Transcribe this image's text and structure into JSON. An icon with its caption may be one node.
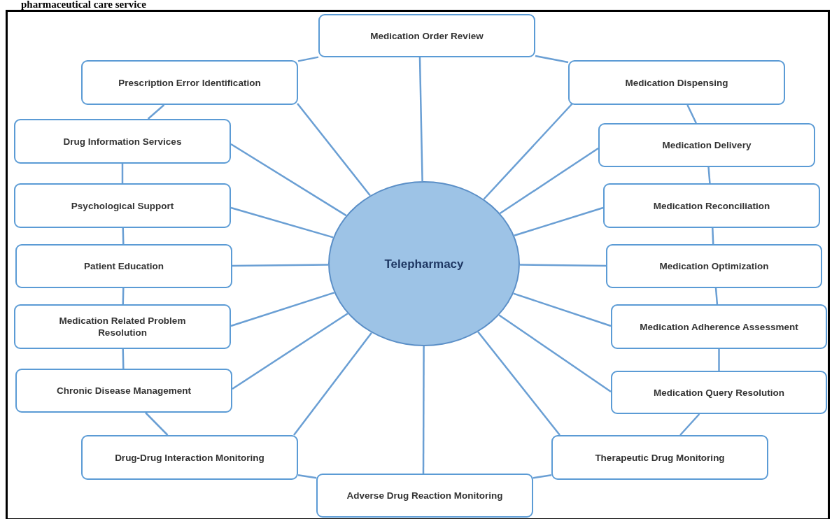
{
  "diagram": {
    "title": "pharmaceutical care service",
    "nodes": [
      {
        "text": [
          "Telepharmacy"
        ]
      },
      {
        "text": [
          "Medication Order Review"
        ]
      },
      {
        "text": [
          "Medication Dispensing"
        ]
      },
      {
        "text": [
          "Medication Delivery"
        ]
      },
      {
        "text": [
          "Medication Reconciliation"
        ]
      },
      {
        "text": [
          "Medication Optimization"
        ]
      },
      {
        "text": [
          "Medication Adherence Assessment"
        ]
      },
      {
        "text": [
          "Medication Query Resolution"
        ]
      },
      {
        "text": [
          "Therapeutic Drug Monitoring"
        ]
      },
      {
        "text": [
          "Adverse Drug Reaction Monitoring"
        ]
      },
      {
        "text": [
          "Drug-Drug Interaction Monitoring"
        ]
      },
      {
        "text": [
          "Chronic Disease Management"
        ]
      },
      {
        "text": [
          "Medication Related Problem Resolution"
        ]
      },
      {
        "text": [
          "Patient Education"
        ]
      },
      {
        "text": [
          "Psychological Support"
        ]
      },
      {
        "text": [
          "Drug Information Services"
        ]
      },
      {
        "text": [
          "Prescription Error Identification"
        ]
      }
    ],
    "edges": [
      {
        "from": 0,
        "to": 1,
        "arrow": "none"
      },
      {
        "from": 0,
        "to": 2,
        "arrow": "none"
      },
      {
        "from": 0,
        "to": 3,
        "arrow": "none"
      },
      {
        "from": 0,
        "to": 4,
        "arrow": "none"
      },
      {
        "from": 0,
        "to": 5,
        "arrow": "none"
      },
      {
        "from": 0,
        "to": 6,
        "arrow": "none"
      },
      {
        "from": 0,
        "to": 7,
        "arrow": "none"
      },
      {
        "from": 0,
        "to": 8,
        "arrow": "none"
      },
      {
        "from": 0,
        "to": 9,
        "arrow": "none"
      },
      {
        "from": 0,
        "to": 10,
        "arrow": "none"
      },
      {
        "from": 0,
        "to": 11,
        "arrow": "none"
      },
      {
        "from": 0,
        "to": 12,
        "arrow": "none"
      },
      {
        "from": 0,
        "to": 13,
        "arrow": "none"
      },
      {
        "from": 0,
        "to": 14,
        "arrow": "none"
      },
      {
        "from": 0,
        "to": 15,
        "arrow": "none"
      },
      {
        "from": 0,
        "to": 16,
        "arrow": "none"
      },
      {
        "from": 1,
        "to": 2,
        "arrow": "none"
      },
      {
        "from": 2,
        "to": 3,
        "arrow": "none"
      },
      {
        "from": 3,
        "to": 4,
        "arrow": "none"
      },
      {
        "from": 4,
        "to": 5,
        "arrow": "none"
      },
      {
        "from": 5,
        "to": 6,
        "arrow": "none"
      },
      {
        "from": 6,
        "to": 7,
        "arrow": "none"
      },
      {
        "from": 7,
        "to": 8,
        "arrow": "none"
      },
      {
        "from": 8,
        "to": 9,
        "arrow": "none"
      },
      {
        "from": 9,
        "to": 10,
        "arrow": "none"
      },
      {
        "from": 10,
        "to": 11,
        "arrow": "none"
      },
      {
        "from": 11,
        "to": 12,
        "arrow": "none"
      },
      {
        "from": 12,
        "to": 13,
        "arrow": "none"
      },
      {
        "from": 13,
        "to": 14,
        "arrow": "none"
      },
      {
        "from": 14,
        "to": 15,
        "arrow": "none"
      },
      {
        "from": 15,
        "to": 16,
        "arrow": "none"
      },
      {
        "from": 16,
        "to": 1,
        "arrow": "none"
      }
    ]
  }
}
